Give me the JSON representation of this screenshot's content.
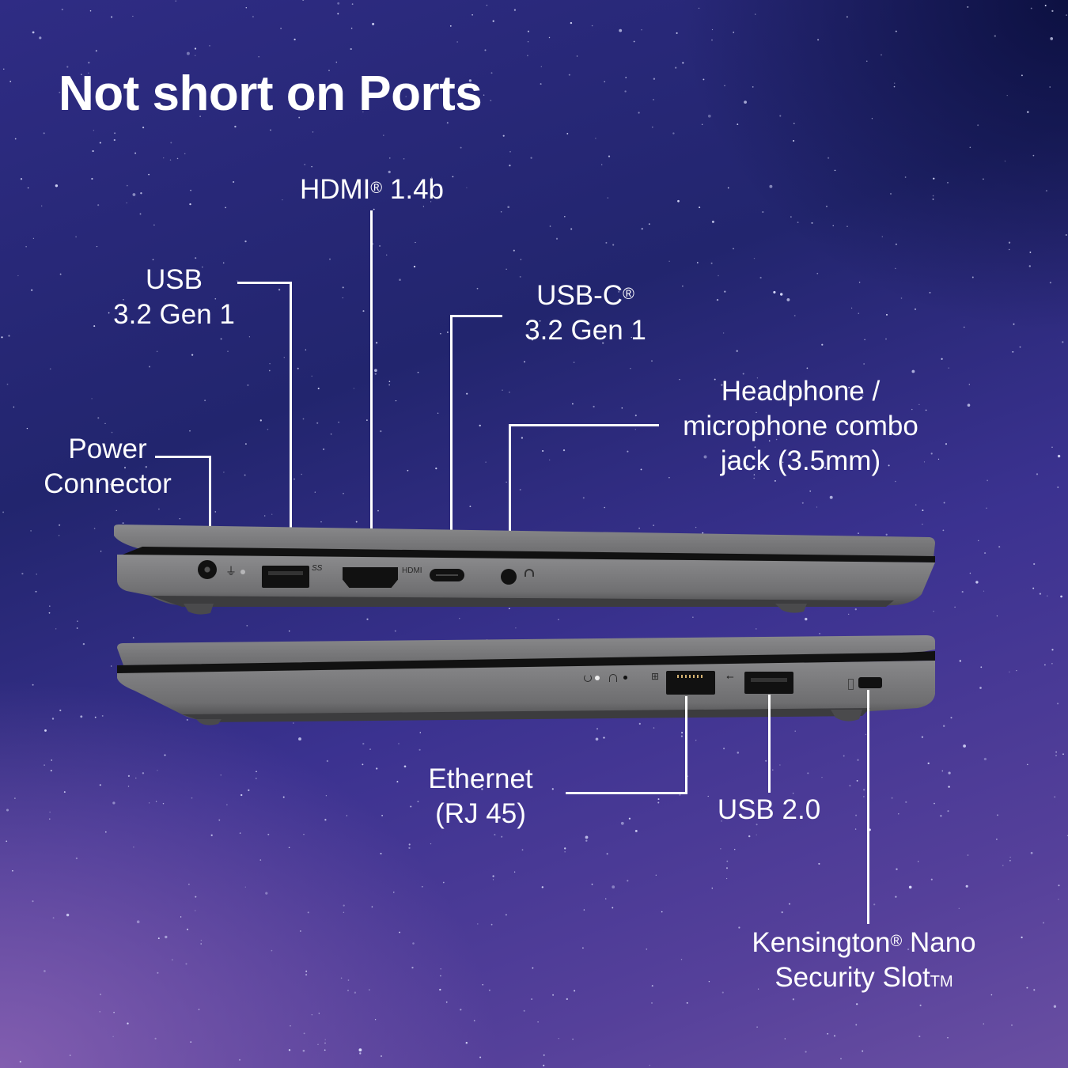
{
  "title": "Not short on Ports",
  "colors": {
    "background_top_left": "#2e2a80",
    "background_top_right": "#111650",
    "background_bottom_left": "#7a58a8",
    "background_bottom_right": "#4f3a90",
    "text": "#ffffff",
    "laptop_body": "#6e6e70",
    "port_black": "#111111"
  },
  "left_side": {
    "labels": [
      {
        "id": "power",
        "lines": [
          "Power",
          "Connector"
        ]
      },
      {
        "id": "usb32",
        "lines": [
          "USB",
          "3.2 Gen 1"
        ]
      },
      {
        "id": "hdmi",
        "text": "HDMI",
        "mark": "®",
        "suffix": " 1.4b"
      },
      {
        "id": "usbc",
        "line1_text": "USB-C",
        "line1_mark": "®",
        "line2": "3.2 Gen 1"
      },
      {
        "id": "audio",
        "lines": [
          "Headphone /",
          "microphone combo",
          "jack (3.5mm)"
        ]
      }
    ],
    "port_markings": {
      "usb": "SS",
      "hdmi": "HDMI"
    },
    "icons": [
      "power-plug-icon",
      "charge-led-icon",
      "superspeed-usb-icon",
      "headset-icon"
    ]
  },
  "right_side": {
    "labels": [
      {
        "id": "ethernet",
        "lines": [
          "Ethernet",
          "(RJ 45)"
        ]
      },
      {
        "id": "usb20",
        "text": "USB 2.0"
      },
      {
        "id": "kensington",
        "line1_text": "Kensington",
        "line1_mark": "®",
        "line1_suffix": " Nano",
        "line2_text": "Security Slot",
        "line2_mark": "TM"
      }
    ],
    "icons": [
      "power-led-icon",
      "novo-button-icon",
      "network-icon",
      "usb-icon",
      "lock-icon"
    ]
  }
}
